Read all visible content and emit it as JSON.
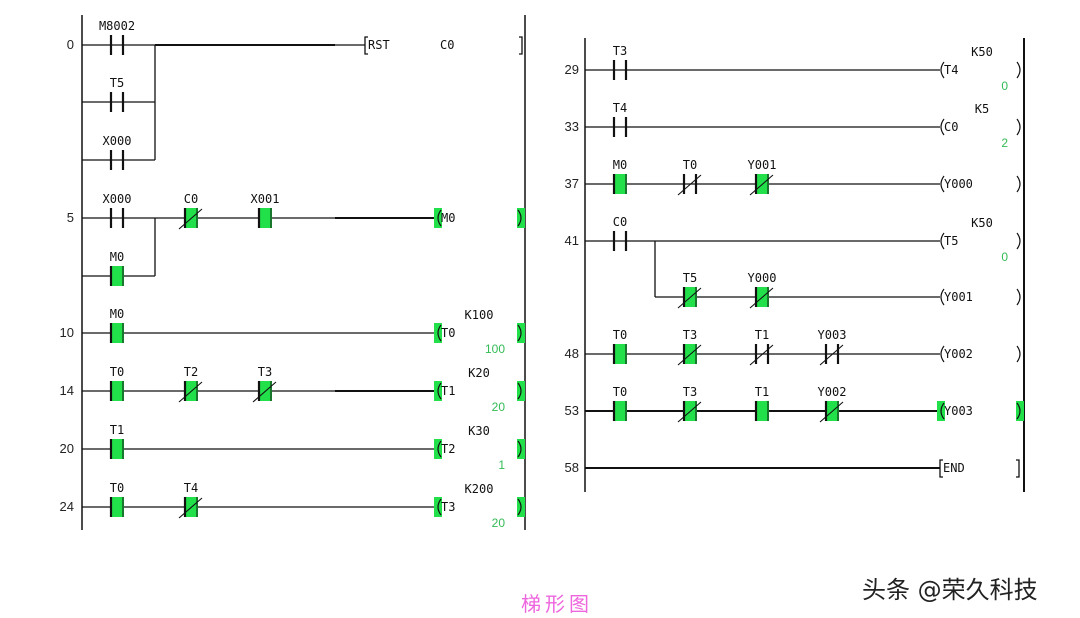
{
  "colors": {
    "active": "#22e04a",
    "value_text": "#33bb55",
    "caption": "#ee66dd",
    "line": "#111111"
  },
  "caption": "梯形图",
  "watermark": "头条 @荣久科技",
  "panels": [
    {
      "rungs": [
        {
          "step": "0",
          "contacts": [
            {
              "label": "M8002",
              "type": "NO",
              "active": false
            },
            {
              "label": "T5",
              "type": "NO",
              "active": false,
              "branch": 1
            },
            {
              "label": "X000",
              "type": "NO",
              "active": false,
              "branch": 2
            }
          ],
          "output": {
            "kind": "instr",
            "text": "RST",
            "operand": "C0",
            "active": false
          }
        },
        {
          "step": "5",
          "contacts": [
            {
              "label": "X000",
              "type": "NO",
              "active": false
            },
            {
              "label": "M0",
              "type": "NO",
              "active": true,
              "branch": 1
            },
            {
              "label": "C0",
              "type": "NC",
              "active": true
            },
            {
              "label": "X001",
              "type": "NO",
              "active": true
            }
          ],
          "output": {
            "kind": "coil",
            "text": "M0",
            "active": true
          }
        },
        {
          "step": "10",
          "contacts": [
            {
              "label": "M0",
              "type": "NO",
              "active": true
            }
          ],
          "output": {
            "kind": "coil",
            "text": "T0",
            "active": true,
            "setpoint": "K100",
            "current": "100"
          }
        },
        {
          "step": "14",
          "contacts": [
            {
              "label": "T0",
              "type": "NO",
              "active": true
            },
            {
              "label": "T2",
              "type": "NC",
              "active": true
            },
            {
              "label": "T3",
              "type": "NC",
              "active": true
            }
          ],
          "output": {
            "kind": "coil",
            "text": "T1",
            "active": true,
            "setpoint": "K20",
            "current": "20"
          }
        },
        {
          "step": "20",
          "contacts": [
            {
              "label": "T1",
              "type": "NO",
              "active": true
            }
          ],
          "output": {
            "kind": "coil",
            "text": "T2",
            "active": true,
            "setpoint": "K30",
            "current": "1"
          }
        },
        {
          "step": "24",
          "contacts": [
            {
              "label": "T0",
              "type": "NO",
              "active": true
            },
            {
              "label": "T4",
              "type": "NC",
              "active": true
            }
          ],
          "output": {
            "kind": "coil",
            "text": "T3",
            "active": true,
            "setpoint": "K200",
            "current": "20"
          }
        }
      ]
    },
    {
      "rungs": [
        {
          "step": "29",
          "contacts": [
            {
              "label": "T3",
              "type": "NO",
              "active": false
            }
          ],
          "output": {
            "kind": "coil",
            "text": "T4",
            "active": false,
            "setpoint": "K50",
            "current": "0"
          }
        },
        {
          "step": "33",
          "contacts": [
            {
              "label": "T4",
              "type": "NO",
              "active": false
            }
          ],
          "output": {
            "kind": "coil",
            "text": "C0",
            "active": false,
            "setpoint": "K5",
            "current": "2"
          }
        },
        {
          "step": "37",
          "contacts": [
            {
              "label": "M0",
              "type": "NO",
              "active": true
            },
            {
              "label": "T0",
              "type": "NC",
              "active": false
            },
            {
              "label": "Y001",
              "type": "NC",
              "active": true
            }
          ],
          "output": {
            "kind": "coil",
            "text": "Y000",
            "active": false
          }
        },
        {
          "step": "41",
          "contacts": [
            {
              "label": "C0",
              "type": "NO",
              "active": false
            }
          ],
          "output": {
            "kind": "coil",
            "text": "T5",
            "active": false,
            "setpoint": "K50",
            "current": "0"
          }
        },
        {
          "step": "",
          "contacts": [
            {
              "label": "T5",
              "type": "NC",
              "active": true
            },
            {
              "label": "Y000",
              "type": "NC",
              "active": true
            }
          ],
          "output": {
            "kind": "coil",
            "text": "Y001",
            "active": false
          }
        },
        {
          "step": "48",
          "contacts": [
            {
              "label": "T0",
              "type": "NO",
              "active": true
            },
            {
              "label": "T3",
              "type": "NC",
              "active": true
            },
            {
              "label": "T1",
              "type": "NC",
              "active": false
            },
            {
              "label": "Y003",
              "type": "NC",
              "active": false
            }
          ],
          "output": {
            "kind": "coil",
            "text": "Y002",
            "active": false
          }
        },
        {
          "step": "53",
          "contacts": [
            {
              "label": "T0",
              "type": "NO",
              "active": true
            },
            {
              "label": "T3",
              "type": "NC",
              "active": true
            },
            {
              "label": "T1",
              "type": "NO",
              "active": true
            },
            {
              "label": "Y002",
              "type": "NC",
              "active": true
            }
          ],
          "output": {
            "kind": "coil",
            "text": "Y003",
            "active": true
          }
        },
        {
          "step": "58",
          "contacts": [],
          "output": {
            "kind": "instr",
            "text": "END",
            "operand": "",
            "active": false
          }
        }
      ]
    }
  ]
}
